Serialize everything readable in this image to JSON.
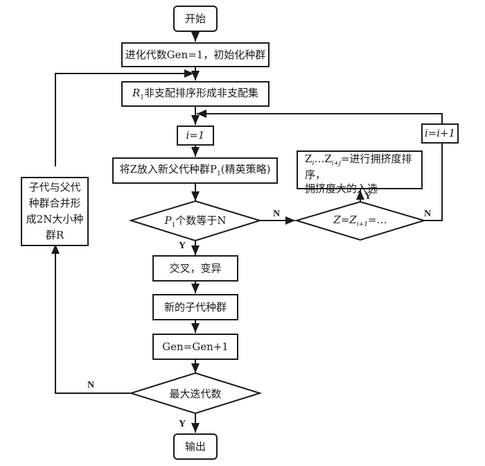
{
  "nodes": {
    "start": "开始",
    "init": "进化代数Gen=1，初始化种群",
    "sort_r1_pre": "R",
    "sort_r1_sub": "1",
    "sort_r1_post": "非支配排序形成非支配集",
    "i_init": "i=1",
    "put_z_pre": "将Z放入新父代种群P",
    "put_z_sub": "1",
    "put_z_post": "(精英策略)",
    "decision_p1_pre": "P",
    "decision_p1_sub": "1",
    "decision_p1_post": "个数等于N",
    "decision_z": "Z=Z",
    "decision_z_sub": "i+1",
    "decision_z_post": "=…",
    "crowding_line1_a": "Z",
    "crowding_line1_a_sub": "i",
    "crowding_line1_b": "…Z",
    "crowding_line1_b_sub": "i+j",
    "crowding_line1_c": "=进行拥挤度排序，",
    "crowding_line2": "拥挤度大的入选",
    "i_increment": "i=i+1",
    "crossover": "交叉，变异",
    "new_offspring": "新的子代种群",
    "gen_increment": "Gen=Gen+1",
    "decision_max_iter": "最大迭代数",
    "output": "输出",
    "merge_line1": "子代与父代",
    "merge_line2": "种群合并形",
    "merge_line3": "成2N大小种",
    "merge_line4": "群R"
  },
  "edge_labels": {
    "p1_no": "N",
    "p1_yes": "Y",
    "z_yes": "Y",
    "z_no": "N",
    "max_no": "N",
    "max_yes": "Y"
  }
}
